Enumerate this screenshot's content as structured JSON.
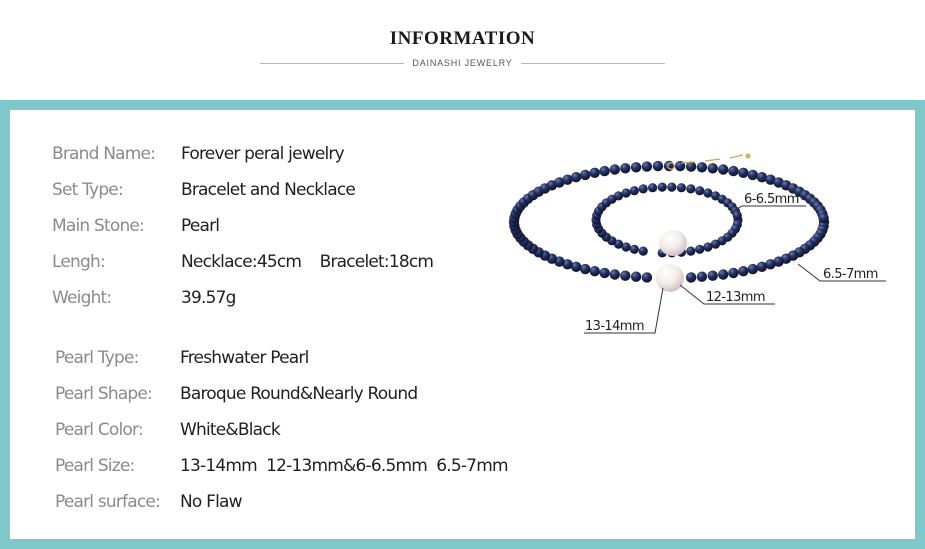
{
  "header": {
    "title": "INFORMATION",
    "subtitle": "DAINASHI JEWELRY"
  },
  "specs": [
    {
      "label": "Brand Name:",
      "value": "Forever peral jewelry"
    },
    {
      "label": "Set Type:",
      "value": "Bracelet and Necklace"
    },
    {
      "label": "Main Stone:",
      "value": "Pearl"
    },
    {
      "label": "Lengh:",
      "value": "Necklace:45cm    Bracelet:18cm"
    },
    {
      "label": "Weight:",
      "value": "39.57g"
    },
    {
      "label": "Pearl Type:",
      "value": "Freshwater Pearl"
    },
    {
      "label": "Pearl Shape:",
      "value": "Baroque Round&Nearly Round"
    },
    {
      "label": "Pearl Color:",
      "value": "White&Black"
    },
    {
      "label": "Pearl Size:",
      "value": "13-14mm  12-13mm&6-6.5mm  6.5-7mm"
    },
    {
      "label": "Pearl surface:",
      "value": "No Flaw"
    }
  ],
  "product_image": {
    "dimensions": {
      "bracelet_pearl": "6-6.5mm",
      "necklace_pearl": "6.5-7mm",
      "bracelet_center": "12-13mm",
      "necklace_center": "13-14mm"
    }
  },
  "colors": {
    "frame": "#7ec8cc",
    "pearl_black": "#1c2a55",
    "pearl_white": "#f1ece6",
    "label_gray": "#8a8a8a",
    "value_text": "#1f1f1f"
  }
}
